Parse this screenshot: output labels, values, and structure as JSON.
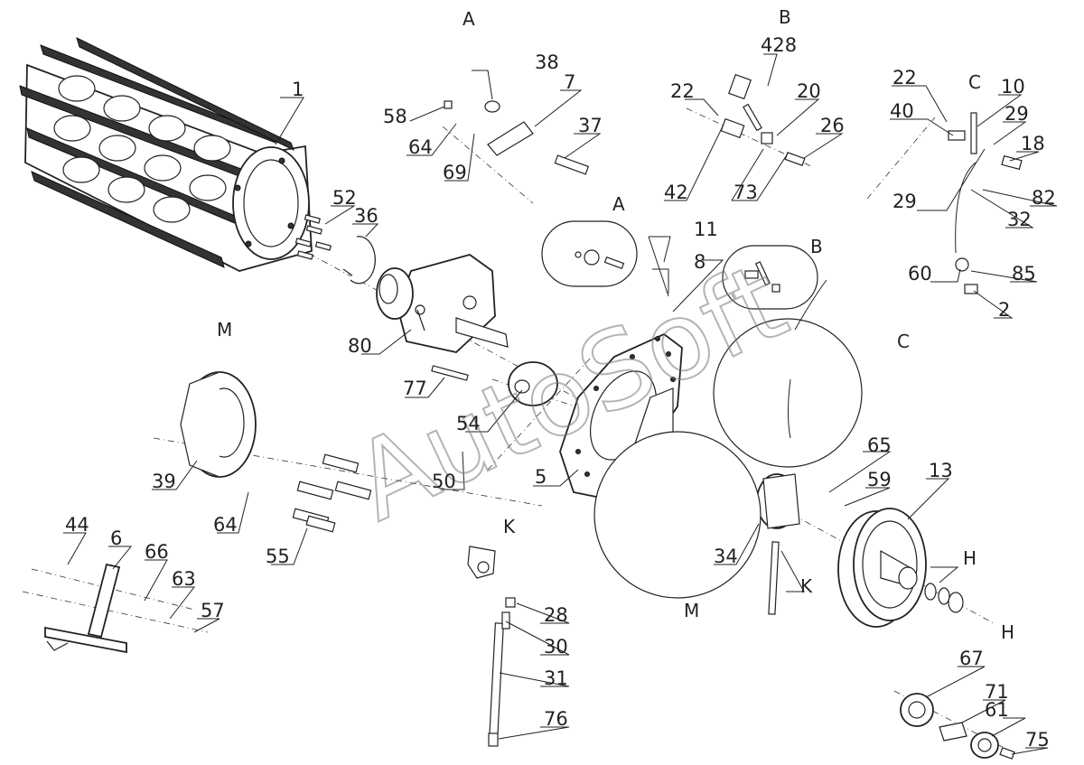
{
  "watermark": "AutoSoft",
  "sections": [
    "A",
    "B",
    "C",
    "H",
    "K",
    "M"
  ],
  "parts": [
    "1",
    "2",
    "5",
    "6",
    "7",
    "8",
    "10",
    "11",
    "13",
    "18",
    "20",
    "22",
    "26",
    "28",
    "29",
    "30",
    "31",
    "32",
    "34",
    "36",
    "37",
    "38",
    "39",
    "40",
    "42",
    "44",
    "50",
    "52",
    "54",
    "55",
    "57",
    "58",
    "59",
    "60",
    "61",
    "63",
    "64",
    "65",
    "66",
    "67",
    "69",
    "71",
    "73",
    "75",
    "76",
    "77",
    "80",
    "82",
    "85",
    "428"
  ]
}
